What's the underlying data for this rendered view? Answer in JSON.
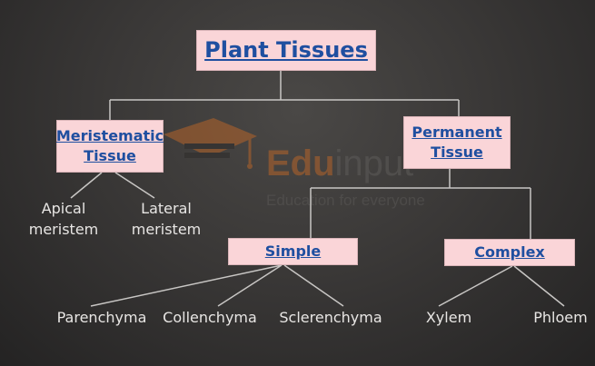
{
  "title": "Plant Tissues",
  "nodes": {
    "meristematic": "Meristematic Tissue",
    "permanent": "Permanent Tissue",
    "simple": "Simple",
    "complex": "Complex"
  },
  "leaves": {
    "apical": "Apical meristem",
    "lateral": "Lateral meristem",
    "parenchyma": "Parenchyma",
    "collenchyma": "Collenchyma",
    "sclerenchyma": "Sclerenchyma",
    "xylem": "Xylem",
    "phloem": "Phloem"
  },
  "watermark": {
    "brand_part1": "Edu",
    "brand_part2": "input",
    "tagline": "Education for everyone"
  },
  "colors": {
    "box_fill": "#fad5d8",
    "box_text": "#1f4fa0",
    "line": "#c8c6c4",
    "leaf_text": "#e8e6e4",
    "watermark_orange": "#b5642a"
  }
}
